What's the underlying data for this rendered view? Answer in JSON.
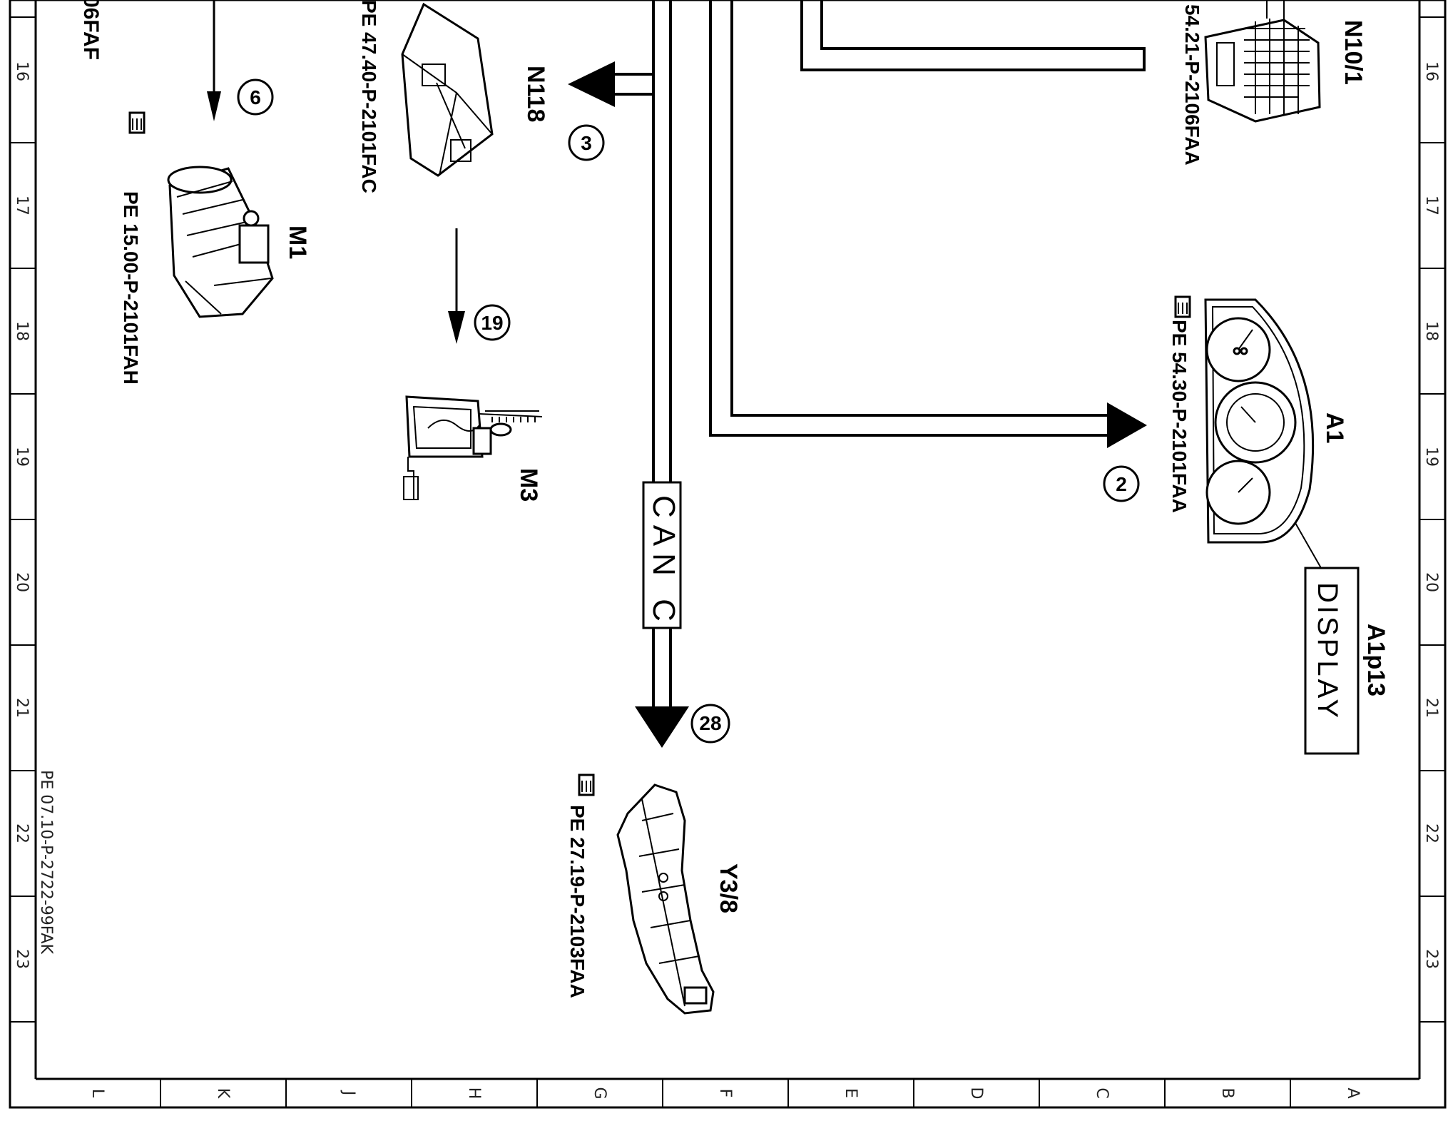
{
  "sheet": {
    "row_markers": [
      "16",
      "17",
      "18",
      "19",
      "20",
      "21",
      "22",
      "23"
    ],
    "column_markers": [
      "L",
      "K",
      "J",
      "H",
      "G",
      "F",
      "E",
      "D",
      "C",
      "B",
      "A"
    ],
    "drawing_id": "PE 07.10-P-2722-99FAK",
    "partial_edge_text": "06FAF"
  },
  "components": {
    "n10_1": {
      "code": "N10/1",
      "ref": "54.21-P-2106FAA"
    },
    "n118": {
      "code": "N118",
      "ref": "PE 47.40-P-2101FAC",
      "badge": "3"
    },
    "m1": {
      "code": "M1",
      "ref": "PE 15.00-P-2101FAH",
      "badge": "6"
    },
    "m3": {
      "code": "M3",
      "badge": "19"
    },
    "a1": {
      "code": "A1",
      "ref": "PE 54.30-P-2101FAA",
      "badge": "2"
    },
    "a1p13": {
      "code": "A1p13",
      "display_text": "DISPLAY"
    },
    "y3_8": {
      "code": "Y3/8",
      "ref": "PE 27.19-P-2103FAA",
      "badge": "28"
    },
    "can_bus": {
      "label": "CAN C"
    }
  },
  "icons": [
    "pointing-hand-icon"
  ]
}
